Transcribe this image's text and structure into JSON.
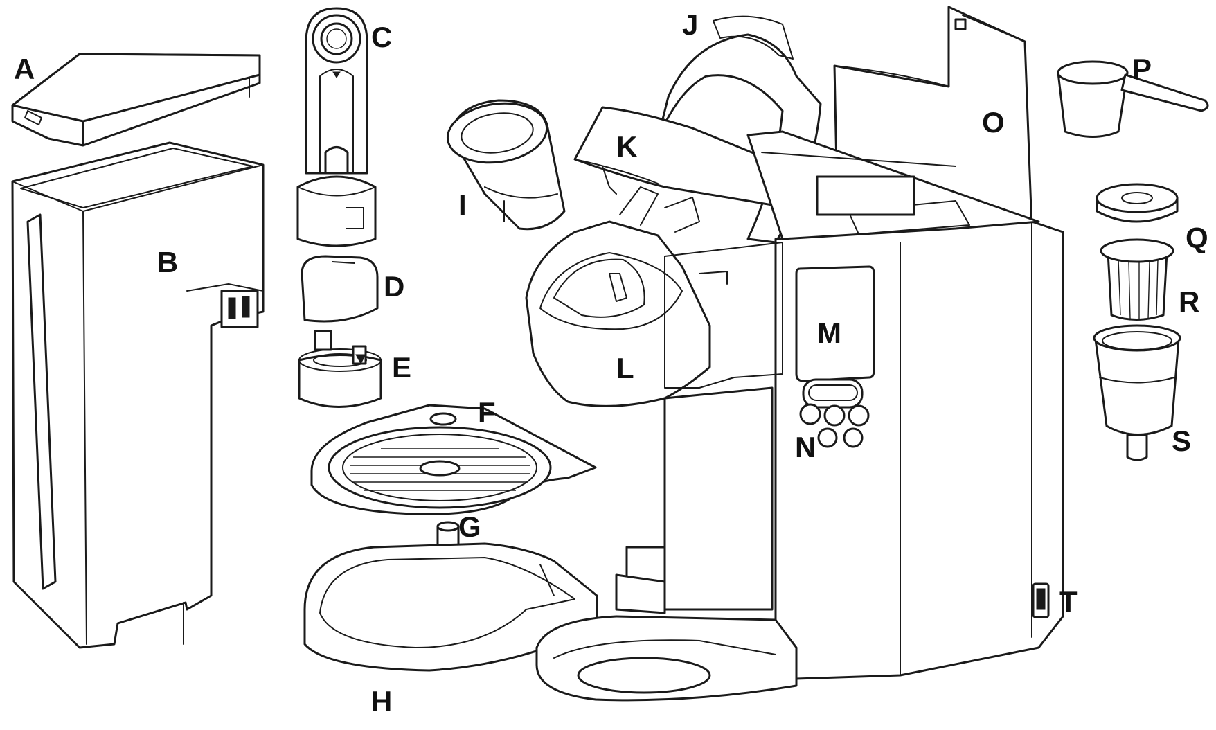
{
  "labels": {
    "a": "A",
    "b": "B",
    "c": "C",
    "d": "D",
    "e": "E",
    "f": "F",
    "g": "G",
    "h": "H",
    "i": "I",
    "j": "J",
    "k": "K",
    "l": "L",
    "m": "M",
    "n": "N",
    "o": "O",
    "p": "P",
    "q": "Q",
    "r": "R",
    "s": "S",
    "t": "T"
  },
  "colors": {
    "line": "#1a1a1a",
    "background": "#ffffff"
  }
}
